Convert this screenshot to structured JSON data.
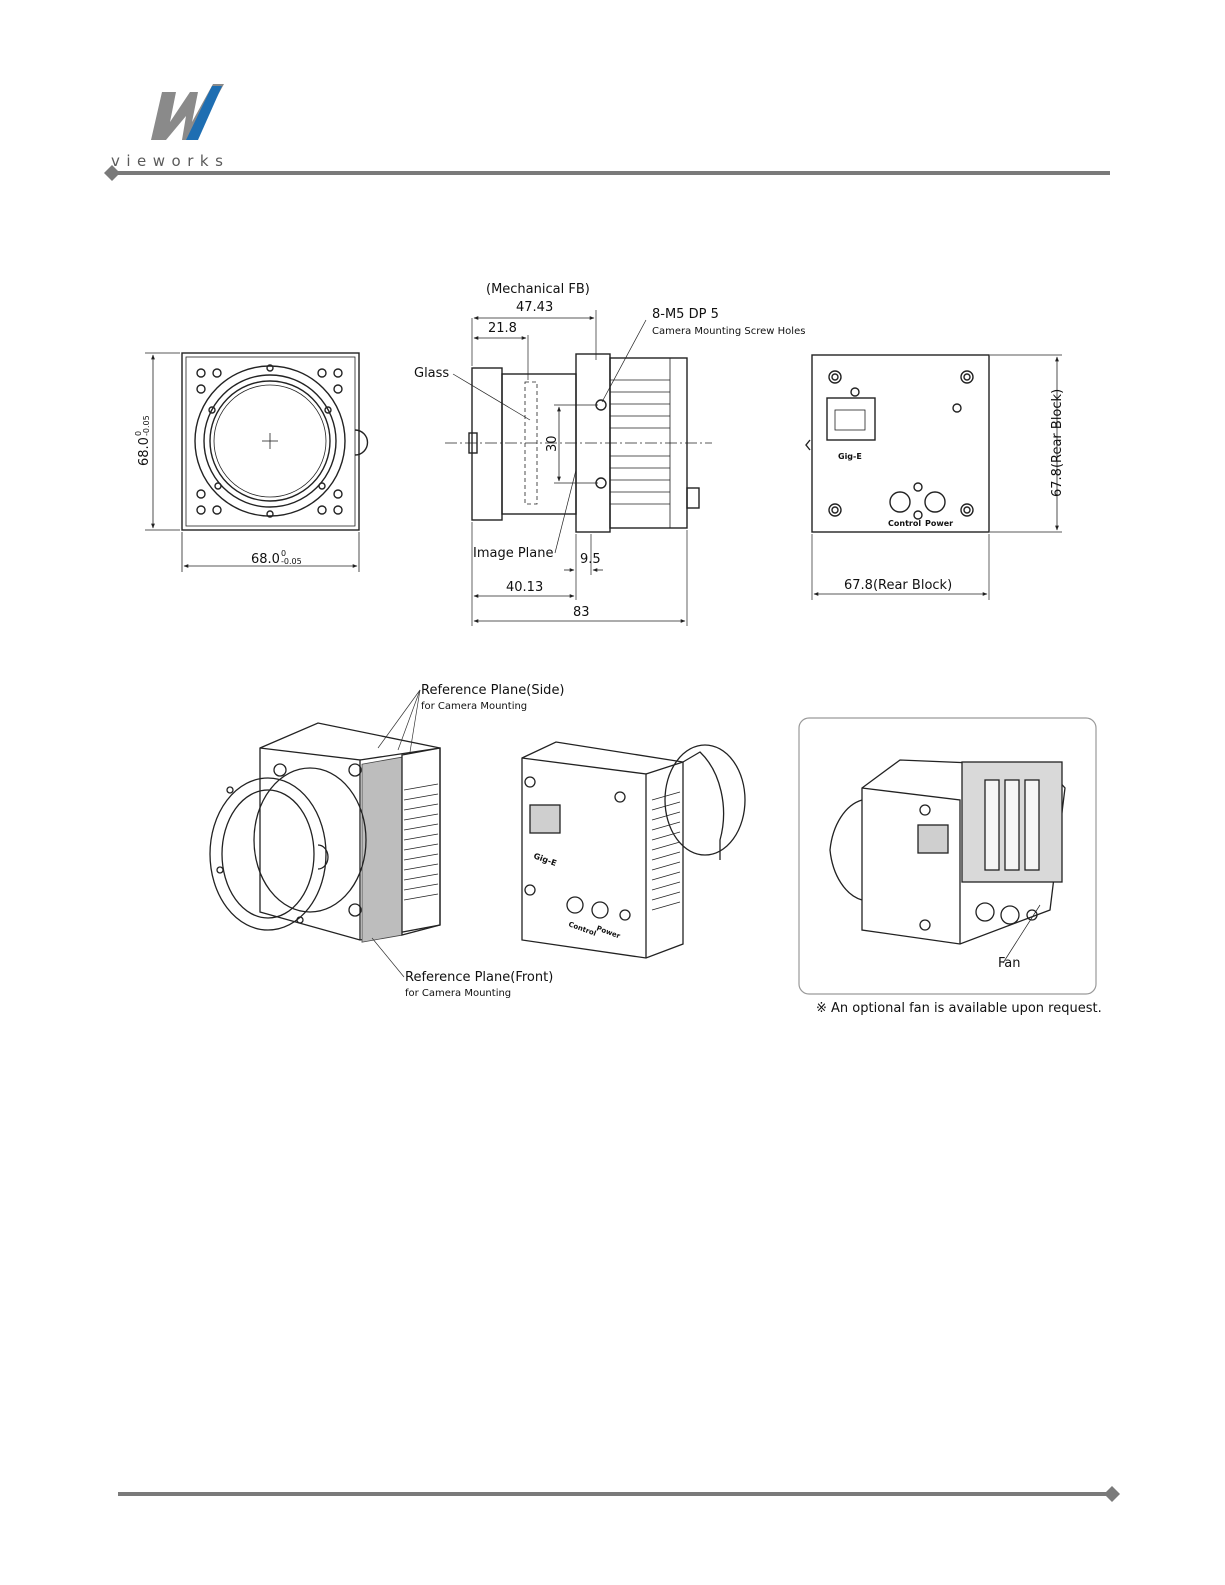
{
  "brand": {
    "wordmark": "vieworks",
    "colors": {
      "blue": "#1e6eb2",
      "gray": "#8a8a8a",
      "rule": "#7a7a7a"
    }
  },
  "drawing": {
    "front": {
      "dim_h": "68.0",
      "dim_h_tol_upper": "0",
      "dim_h_tol_lower": "-0.05",
      "dim_w": "68.0",
      "dim_w_tol_upper": "0",
      "dim_w_tol_lower": "-0.05"
    },
    "side": {
      "mechanical_fb": "(Mechanical FB)",
      "dim_47_43": "47.43",
      "dim_21_8": "21.8",
      "screw_callout": "8-M5 DP 5",
      "screw_callout_sub": "Camera Mounting Screw Holes",
      "glass": "Glass",
      "dim_30": "30",
      "image_plane": "Image Plane",
      "dim_9_5": "9.5",
      "dim_40_13": "40.13",
      "dim_83": "83"
    },
    "rear": {
      "port_gige": "Gig-E",
      "port_control": "Control",
      "port_power": "Power",
      "dim_height": "67.8(Rear Block)",
      "dim_width": "67.8(Rear Block)"
    }
  },
  "iso": {
    "ref_side": "Reference Plane(Side)",
    "ref_side_sub": "for Camera Mounting",
    "ref_front": "Reference Plane(Front)",
    "ref_front_sub": "for Camera Mounting",
    "rear_gige": "Gig-E",
    "rear_control": "Control",
    "rear_power": "Power",
    "fan": "Fan",
    "fan_note": "※ An optional fan is available upon request."
  }
}
